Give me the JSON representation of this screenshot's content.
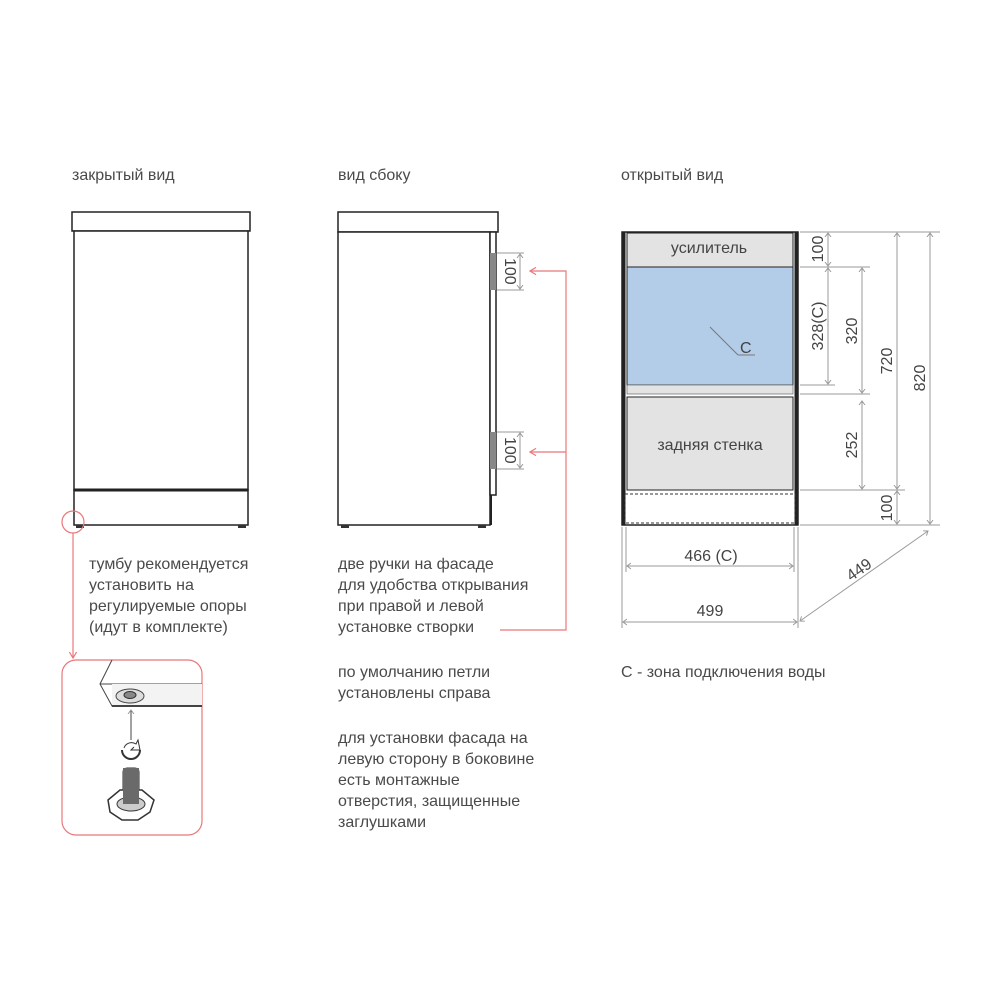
{
  "titles": {
    "closed": "закрытый вид",
    "side": "вид сбоку",
    "open": "открытый вид"
  },
  "closed_note": [
    "тумбу рекомендуется",
    "установить на",
    "регулируемые опоры",
    "(идут в комплекте)"
  ],
  "side_notes": {
    "handles": [
      "две ручки на фасаде",
      "для удобства открывания",
      "при правой и левой",
      "установке створки"
    ],
    "hinges": [
      "по умолчанию петли",
      "установлены справа"
    ],
    "mounting": [
      "для установки фасада на",
      "левую сторону в боковине",
      "есть монтажные",
      "отверстия, защищенные",
      "заглушками"
    ]
  },
  "side_dims": {
    "handle_top": "100",
    "handle_bottom": "100"
  },
  "open_view": {
    "reinforcement": "усилитель",
    "back_wall": "задняя стенка",
    "zone_marker": "C",
    "dims": {
      "top": "100",
      "zone": "328(C)",
      "opening": "320",
      "back": "252",
      "plinth": "100",
      "inner": "720",
      "total": "820",
      "inner_width": "466 (C)",
      "width": "499",
      "depth": "449"
    },
    "legend": "C - зона подключения воды"
  },
  "colors": {
    "accent": "#e8787a",
    "water_zone": "#b3cde8",
    "panel": "#e3e3e3"
  }
}
